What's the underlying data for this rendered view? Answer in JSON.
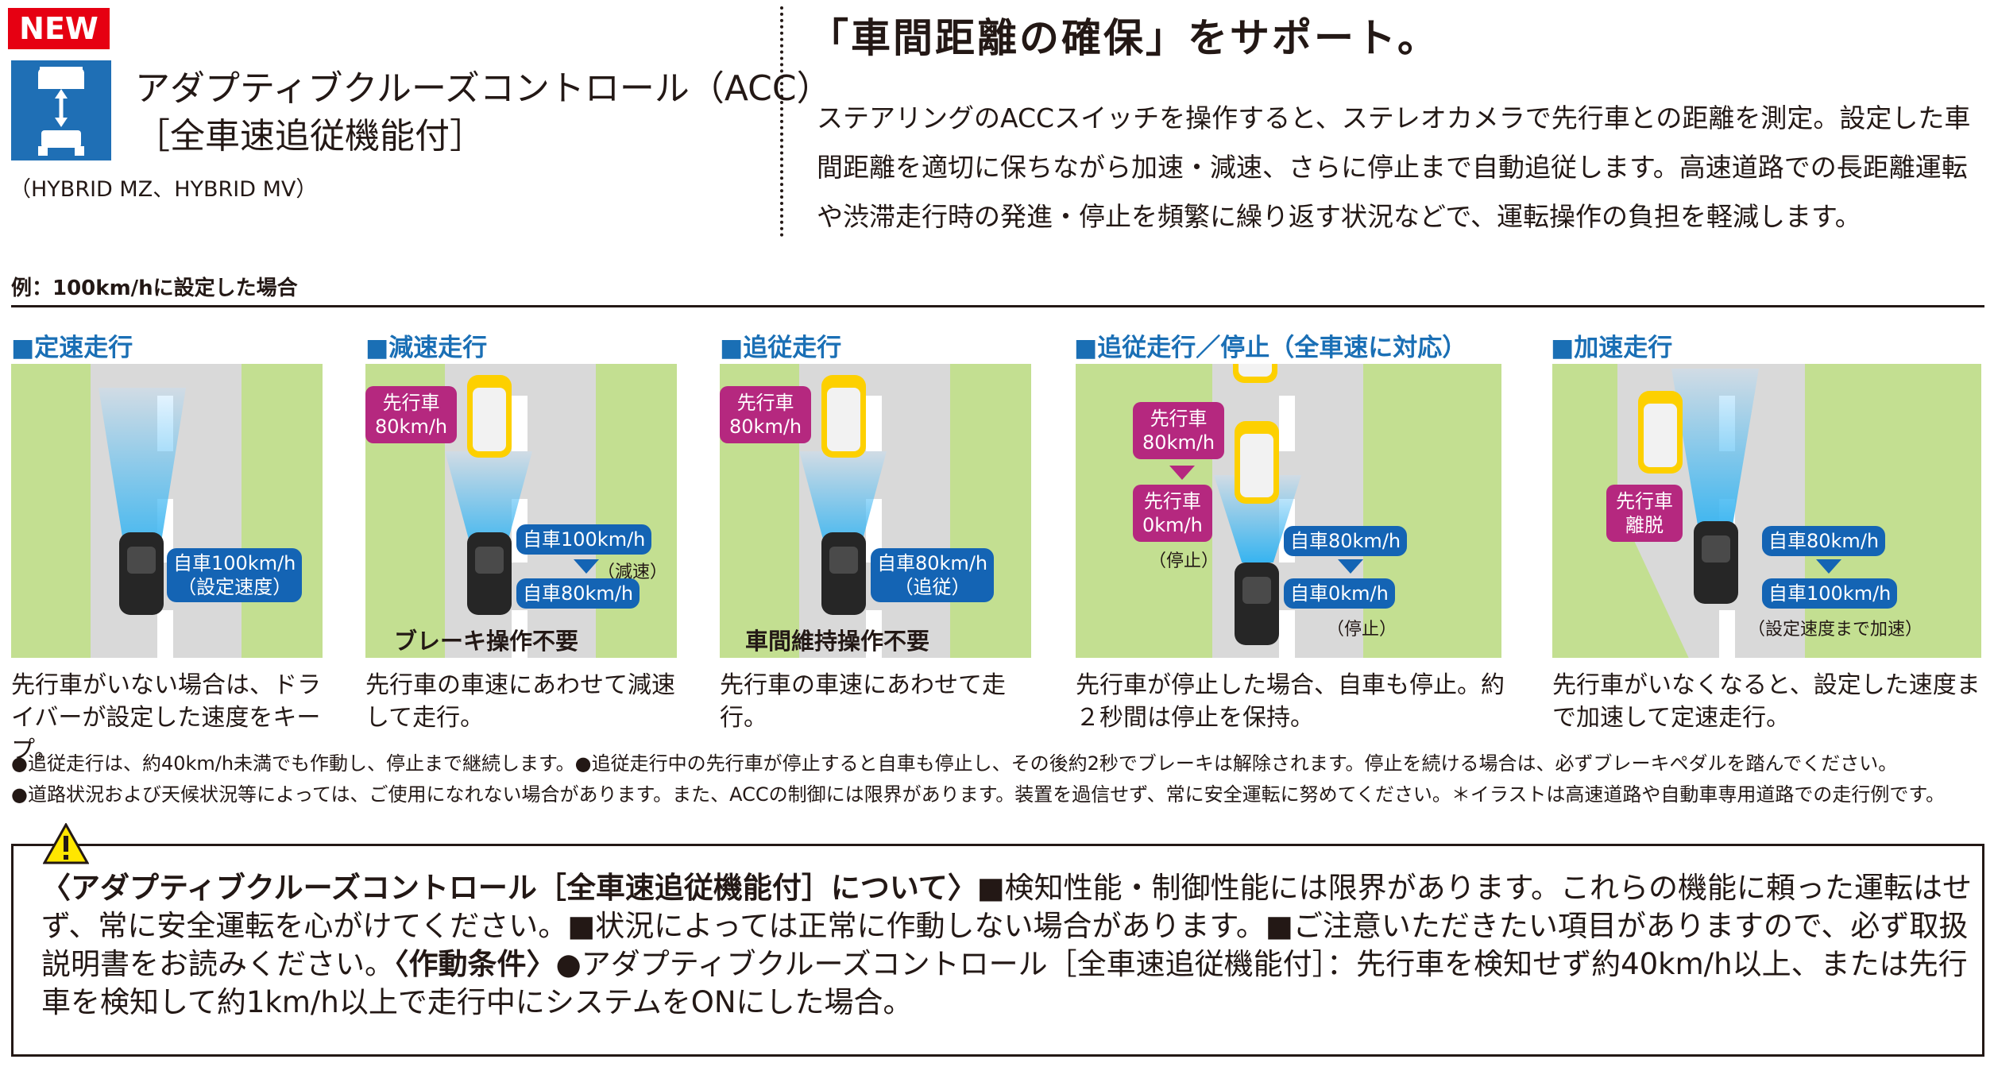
{
  "header": {
    "badge": "NEW",
    "icon": "acc-distance-icon",
    "title_line1": "アダプティブクルーズコントロール（ACC）",
    "title_line2": "［全車速追従機能付］",
    "models": "（HYBRID MZ、HYBRID MV）",
    "headline": "「車間距離の確保」をサポート。",
    "intro": "ステアリングのACCスイッチを操作すると、ステレオカメラで先行車との距離を測定。設定した車間距離を適切に保ちながら加速・減速、さらに停止まで自動追従します。高速道路での長距離運転や渋滞走行時の発進・停止を頻繁に繰り返す状況などで、運転操作の負担を軽減します。"
  },
  "example_label": "例：100km/hに設定した場合",
  "panels": [
    {
      "title": "■定速走行",
      "caption": "先行車がいない場合は、ドライバーが設定した速度をキープ。",
      "labels": {
        "own": "自車100km/h",
        "own_note": "（設定速度）"
      }
    },
    {
      "title": "■減速走行",
      "caption": "先行車の車速にあわせて減速して走行。",
      "labels": {
        "lead": "先行車",
        "lead_speed": "80km/h",
        "own_from": "自車100km/h",
        "change": "（減速）",
        "own_to": "自車80km/h",
        "note": "ブレーキ操作不要"
      }
    },
    {
      "title": "■追従走行",
      "caption": "先行車の車速にあわせて走行。",
      "labels": {
        "lead": "先行車",
        "lead_speed": "80km/h",
        "own": "自車80km/h",
        "own_note": "（追従）",
        "note": "車間維持操作不要"
      }
    },
    {
      "title": "■追従走行／停止（全車速に対応）",
      "caption": "先行車が停止した場合、自車も停止。約２秒間は停止を保持。",
      "labels": {
        "lead": "先行車",
        "lead_from": "80km/h",
        "lead2": "先行車",
        "lead_to": "0km/h",
        "lead_state": "（停止）",
        "own_from": "自車80km/h",
        "own_to": "自車0km/h",
        "own_state": "（停止）"
      }
    },
    {
      "title": "■加速走行",
      "caption": "先行車がいなくなると、設定した速度まで加速して定速走行。",
      "labels": {
        "lead": "先行車",
        "lead_state": "離脱",
        "own_from": "自車80km/h",
        "own_to": "自車100km/h",
        "own_note": "（設定速度まで加速）"
      }
    }
  ],
  "notes": [
    "●追従走行は、約40km/h未満でも作動し、停止まで継続します。●追従走行中の先行車が停止すると自車も停止し、その後約2秒でブレーキは解除されます。停止を続ける場合は、必ずブレーキペダルを踏んでください。",
    "●道路状況および天候状況等によっては、ご使用になれない場合があります。また、ACCの制御には限界があります。装置を過信せず、常に安全運転に努めてください。＊イラストは高速道路や自動車専用道路での走行例です。"
  ],
  "warning": {
    "icon": "warning-triangle-icon",
    "heading": "〈アダプティブクルーズコントロール［全車速追従機能付］について〉",
    "body1": "■検知性能・制御性能には限界があります。これらの機能に頼った運転はせず、常に安全運転を心がけてください。■状況によっては正常に作動しない場合があります。■ご注意いただきたい項目がありますので、必ず取扱説明書をお読みください。",
    "heading2": "〈作動条件〉",
    "body2": "●アダプティブクルーズコントロール［全車速追従機能付］：先行車を検知せず約40km/h以上、または先行車を検知して約1km/h以上で走行中にシステムをONにした場合。"
  },
  "colors": {
    "brand_red": "#e60012",
    "title_blue": "#1a6fb5",
    "pill_blue": "#1464b4",
    "pill_magenta": "#b5287f",
    "grass": "#c3df91",
    "beam": "#37b4f0"
  }
}
